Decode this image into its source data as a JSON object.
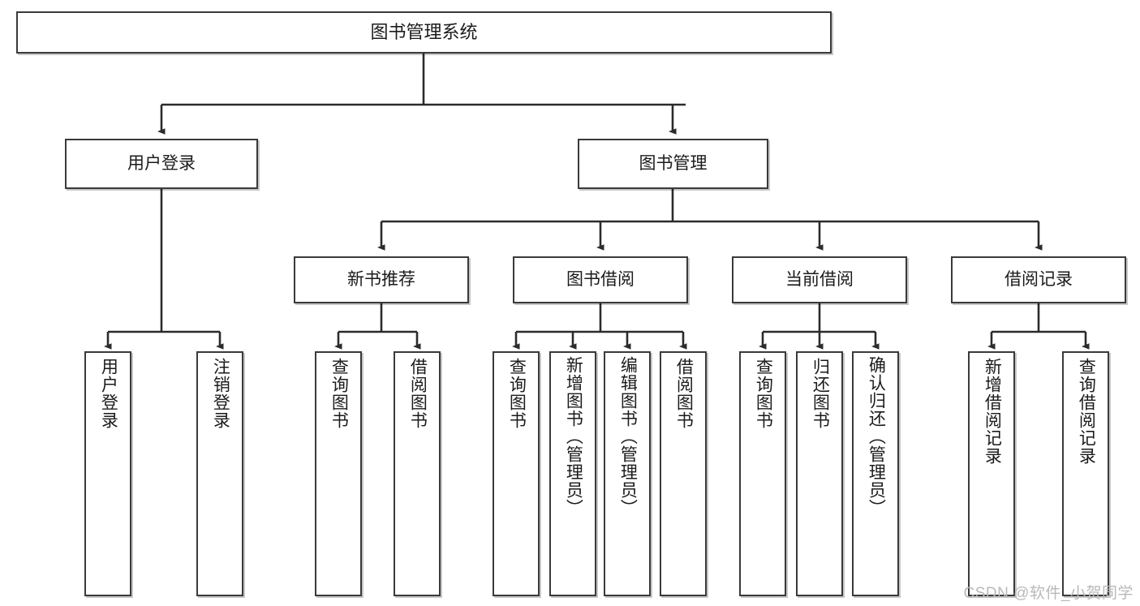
{
  "diagram": {
    "title": "图书管理系统",
    "type": "tree-hierarchy-diagram",
    "watermark": "CSDN @软件_小贺同学",
    "colors": {
      "box_border": "#3a3a3a",
      "box_fill": "#ffffff",
      "link": "#2b2b2b",
      "text": "#1b1b1b",
      "watermark": "#b9b9b9",
      "background": "#ffffff"
    },
    "root": {
      "label": "图书管理系统"
    },
    "level2": [
      {
        "label": "用户登录"
      },
      {
        "label": "图书管理"
      }
    ],
    "level3": [
      {
        "label": "新书推荐"
      },
      {
        "label": "图书借阅"
      },
      {
        "label": "当前借阅"
      },
      {
        "label": "借阅记录"
      }
    ],
    "leaves": {
      "user_login": [
        {
          "label": "用户登录"
        },
        {
          "label": "注销登录"
        }
      ],
      "new_book_recommend": [
        {
          "label": "查询图书"
        },
        {
          "label": "借阅图书"
        }
      ],
      "book_borrow": [
        {
          "label": "查询图书"
        },
        {
          "label": "新增图书（管理员）"
        },
        {
          "label": "编辑图书（管理员）"
        },
        {
          "label": "借阅图书"
        }
      ],
      "current_borrow": [
        {
          "label": "查询图书"
        },
        {
          "label": "归还图书"
        },
        {
          "label": "确认归还（管理员）"
        }
      ],
      "borrow_record": [
        {
          "label": "新增借阅记录"
        },
        {
          "label": "查询借阅记录"
        }
      ]
    }
  }
}
